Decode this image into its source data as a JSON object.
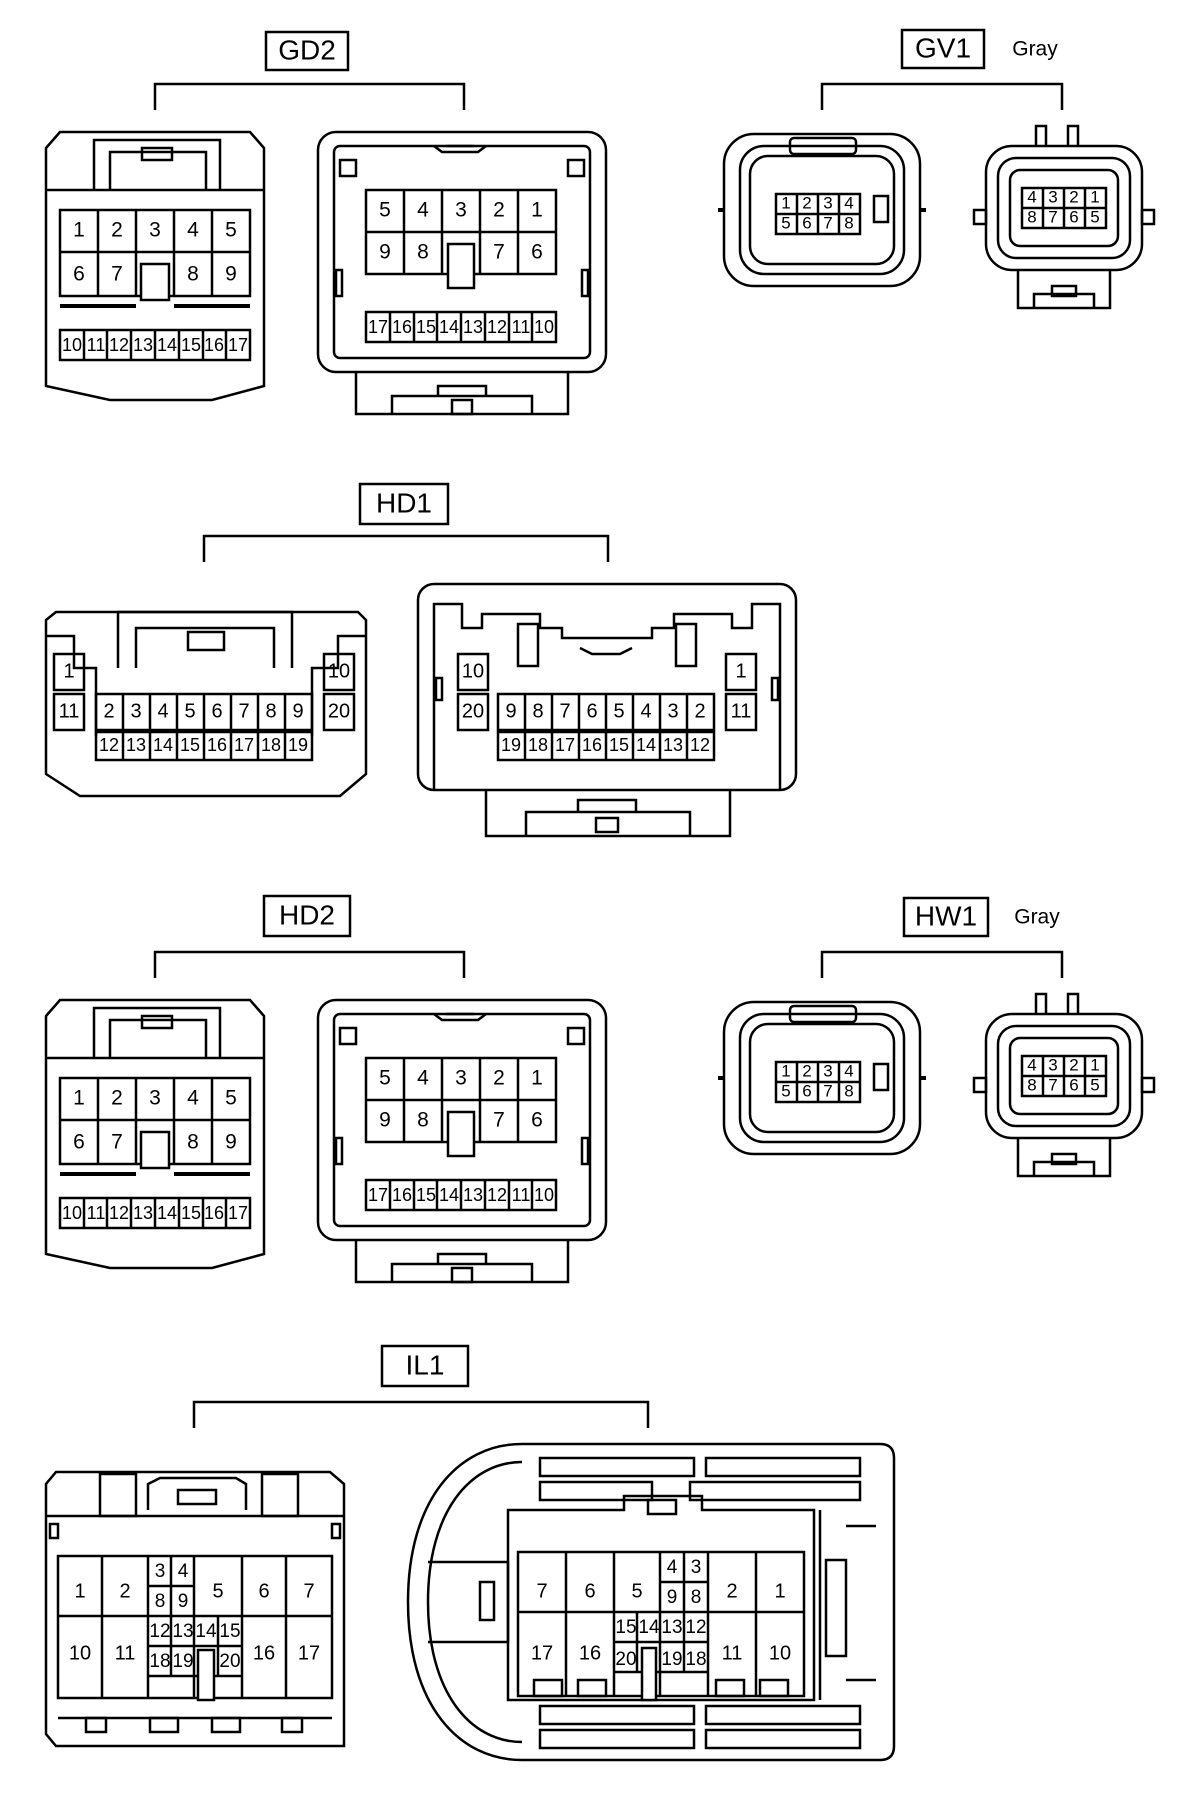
{
  "gd2": {
    "title": "GD2",
    "left": {
      "top": [
        "1",
        "2",
        "3",
        "4",
        "5"
      ],
      "mid": [
        "6",
        "7",
        "8",
        "9"
      ],
      "bottom": [
        "10",
        "11",
        "12",
        "13",
        "14",
        "15",
        "16",
        "17"
      ]
    },
    "right": {
      "top": [
        "5",
        "4",
        "3",
        "2",
        "1"
      ],
      "mid": [
        "9",
        "8",
        "7",
        "6"
      ],
      "bottom": [
        "17",
        "16",
        "15",
        "14",
        "13",
        "12",
        "11",
        "10"
      ]
    }
  },
  "gv1": {
    "title": "GV1",
    "color": "Gray",
    "left": {
      "top": [
        "1",
        "2",
        "3",
        "4"
      ],
      "bottom": [
        "5",
        "6",
        "7",
        "8"
      ]
    },
    "right": {
      "top": [
        "4",
        "3",
        "2",
        "1"
      ],
      "bottom": [
        "8",
        "7",
        "6",
        "5"
      ]
    }
  },
  "hd1": {
    "title": "HD1",
    "left": {
      "corner_top_left": "1",
      "corner_bottom_left": "11",
      "corner_top_right": "10",
      "corner_bottom_right": "20",
      "mid": [
        "2",
        "3",
        "4",
        "5",
        "6",
        "7",
        "8",
        "9"
      ],
      "bottom": [
        "12",
        "13",
        "14",
        "15",
        "16",
        "17",
        "18",
        "19"
      ]
    },
    "right": {
      "corner_top_left": "10",
      "corner_bottom_left": "20",
      "corner_top_right": "1",
      "corner_bottom_right": "11",
      "mid": [
        "9",
        "8",
        "7",
        "6",
        "5",
        "4",
        "3",
        "2"
      ],
      "bottom": [
        "19",
        "18",
        "17",
        "16",
        "15",
        "14",
        "13",
        "12"
      ]
    }
  },
  "hd2": {
    "title": "HD2",
    "left": {
      "top": [
        "1",
        "2",
        "3",
        "4",
        "5"
      ],
      "mid": [
        "6",
        "7",
        "8",
        "9"
      ],
      "bottom": [
        "10",
        "11",
        "12",
        "13",
        "14",
        "15",
        "16",
        "17"
      ]
    },
    "right": {
      "top": [
        "5",
        "4",
        "3",
        "2",
        "1"
      ],
      "mid": [
        "9",
        "8",
        "7",
        "6"
      ],
      "bottom": [
        "17",
        "16",
        "15",
        "14",
        "13",
        "12",
        "11",
        "10"
      ]
    }
  },
  "hw1": {
    "title": "HW1",
    "color": "Gray",
    "left": {
      "top": [
        "1",
        "2",
        "3",
        "4"
      ],
      "bottom": [
        "5",
        "6",
        "7",
        "8"
      ]
    },
    "right": {
      "top": [
        "4",
        "3",
        "2",
        "1"
      ],
      "bottom": [
        "8",
        "7",
        "6",
        "5"
      ]
    }
  },
  "il1": {
    "title": "IL1",
    "left": {
      "big_top": [
        "1",
        "2",
        "5",
        "6",
        "7"
      ],
      "big_bottom": [
        "10",
        "11",
        "16",
        "17"
      ],
      "small_top": [
        "3",
        "4"
      ],
      "small_mid": [
        "8",
        "9"
      ],
      "small_low": [
        "12",
        "13",
        "14",
        "15"
      ],
      "small_bottom": [
        "18",
        "19",
        "20"
      ]
    },
    "right": {
      "big_top": [
        "7",
        "6",
        "5",
        "2",
        "1"
      ],
      "big_bottom": [
        "17",
        "16",
        "11",
        "10"
      ],
      "small_top": [
        "4",
        "3"
      ],
      "small_mid": [
        "9",
        "8"
      ],
      "small_low": [
        "15",
        "14",
        "13",
        "12"
      ],
      "small_bottom": [
        "20",
        "19",
        "18"
      ]
    }
  }
}
